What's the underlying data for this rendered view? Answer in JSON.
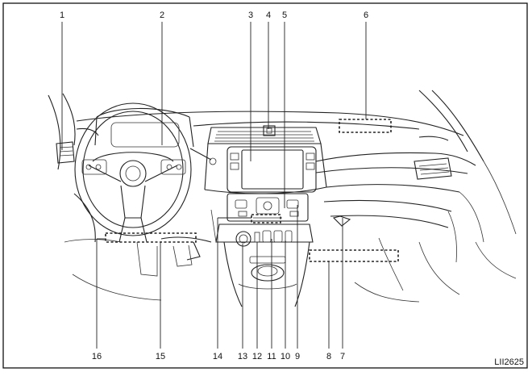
{
  "figure_code": "LII2625",
  "callouts": [
    {
      "id": "1",
      "label": "1"
    },
    {
      "id": "2",
      "label": "2"
    },
    {
      "id": "3",
      "label": "3"
    },
    {
      "id": "4",
      "label": "4"
    },
    {
      "id": "5",
      "label": "5"
    },
    {
      "id": "6",
      "label": "6"
    },
    {
      "id": "7",
      "label": "7"
    },
    {
      "id": "8",
      "label": "8"
    },
    {
      "id": "9",
      "label": "9"
    },
    {
      "id": "10",
      "label": "10"
    },
    {
      "id": "11",
      "label": "11"
    },
    {
      "id": "12",
      "label": "12"
    },
    {
      "id": "13",
      "label": "13"
    },
    {
      "id": "14",
      "label": "14"
    },
    {
      "id": "15",
      "label": "15"
    },
    {
      "id": "16",
      "label": "16"
    }
  ]
}
